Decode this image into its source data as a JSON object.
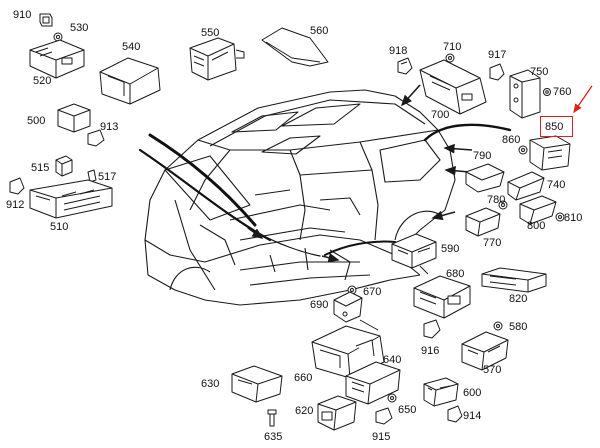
{
  "diagram": {
    "labels": [
      "910",
      "530",
      "550",
      "560",
      "540",
      "520",
      "918",
      "710",
      "917",
      "750",
      "760",
      "500",
      "913",
      "700",
      "860",
      "850",
      "515",
      "517",
      "912",
      "510",
      "790",
      "740",
      "780",
      "810",
      "800",
      "770",
      "590",
      "670",
      "680",
      "690",
      "820",
      "580",
      "916",
      "570",
      "640",
      "660",
      "630",
      "600",
      "620",
      "650",
      "914",
      "635",
      "915"
    ],
    "highlight": {
      "label": "850",
      "color": "#e0201b"
    },
    "line_color": "#1a1a1a"
  }
}
